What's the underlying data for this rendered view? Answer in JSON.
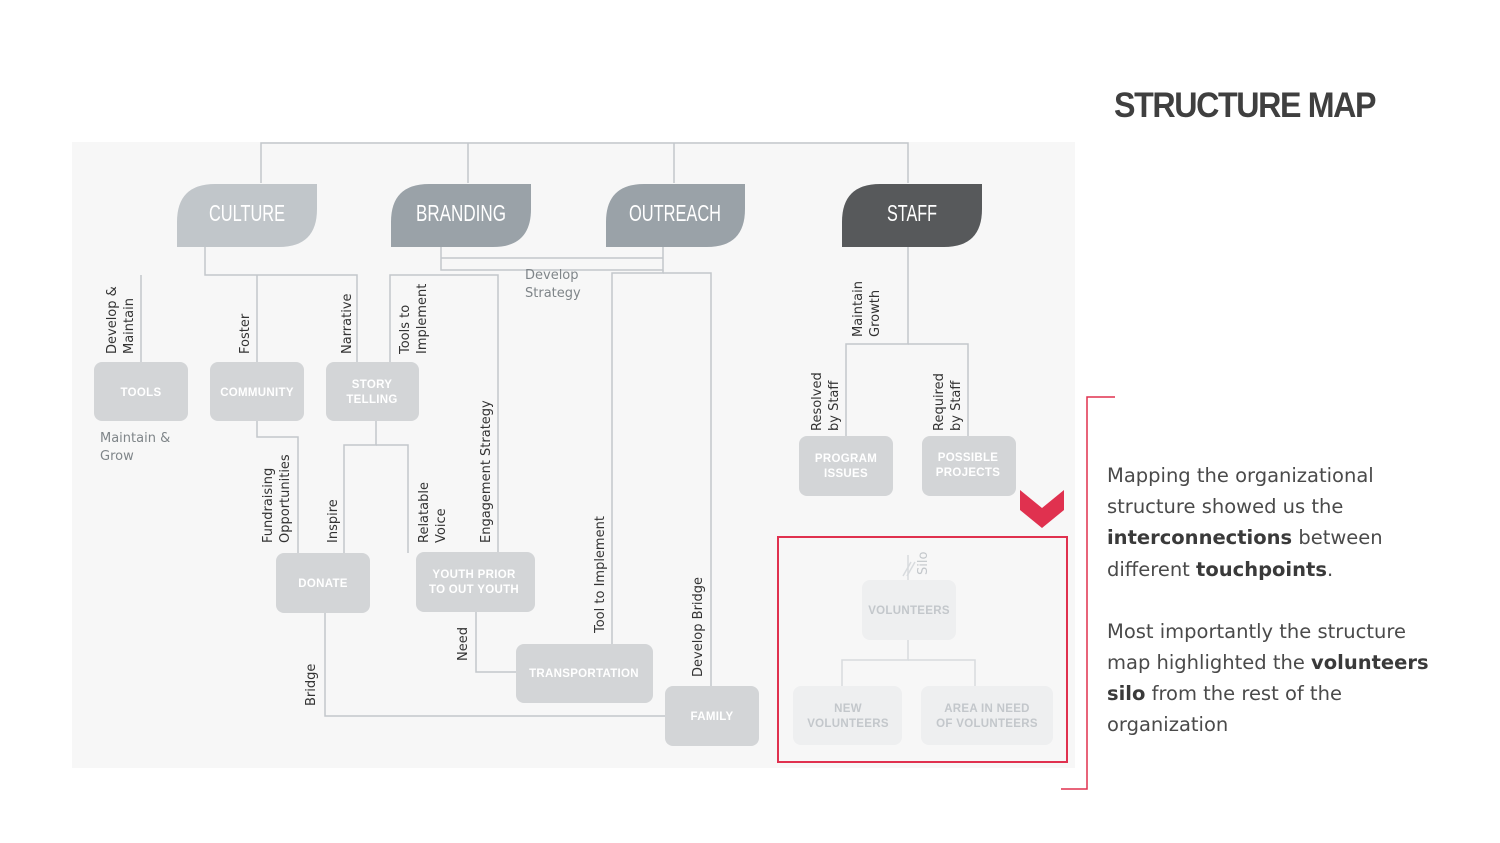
{
  "title": "STRUCTURE MAP",
  "description": {
    "p1_a": "Mapping the organizational structure showed us the ",
    "p1_b": "interconnections",
    "p1_c": " between different ",
    "p1_d": "touchpoints",
    "p1_e": ".",
    "p2_a": "Most importantly the structure map highlighted the ",
    "p2_b": "volunteers silo",
    "p2_c": " from the rest of the organization"
  },
  "categories": {
    "culture": "CULTURE",
    "branding": "BRANDING",
    "outreach": "OUTREACH",
    "staff": "STAFF"
  },
  "nodes": {
    "tools": "TOOLS",
    "community": "COMMUNITY",
    "story_1": "STORY",
    "story_2": "TELLING",
    "donate": "DONATE",
    "youth_1": "YOUTH PRIOR",
    "youth_2": "TO OUT YOUTH",
    "transportation": "TRANSPORTATION",
    "family": "FAMILY",
    "program_1": "PROGRAM",
    "program_2": "ISSUES",
    "possible_1": "POSSIBLE",
    "possible_2": "PROJECTS",
    "volunteers": "VOLUNTEERS",
    "new_vol_1": "NEW",
    "new_vol_2": "VOLUNTEERS",
    "area_1": "AREA IN NEED",
    "area_2": "OF VOLUNTEERS"
  },
  "labels": {
    "develop_maintain_1": "Develop &",
    "develop_maintain_2": "Maintain",
    "foster": "Foster",
    "narrative": "Narrative",
    "tools_implement_1": "Tools to",
    "tools_implement_2": "Implement",
    "develop_strategy_1": "Develop",
    "develop_strategy_2": "Strategy",
    "maintain_grow_1": "Maintain &",
    "maintain_grow_2": "Grow",
    "fundraising_1": "Fundraising",
    "fundraising_2": "Opportunities",
    "inspire": "Inspire",
    "relatable_1": "Relatable",
    "relatable_2": "Voice",
    "engagement": "Engagement Strategy",
    "tool_implement": "Tool to Implement",
    "develop_bridge": "Develop Bridge",
    "need": "Need",
    "bridge": "Bridge",
    "maintain_growth_1": "Maintain",
    "maintain_growth_2": "Growth",
    "resolved_1": "Resolved",
    "resolved_2": "by Staff",
    "required_1": "Required",
    "required_2": "by Staff",
    "silo": "Silo"
  },
  "colors": {
    "culture": "#c1c6ca",
    "branding": "#9aa2a8",
    "outreach": "#9aa2a8",
    "staff": "#57595b",
    "node": "#d3d5d7",
    "highlight": "#e0314f"
  }
}
